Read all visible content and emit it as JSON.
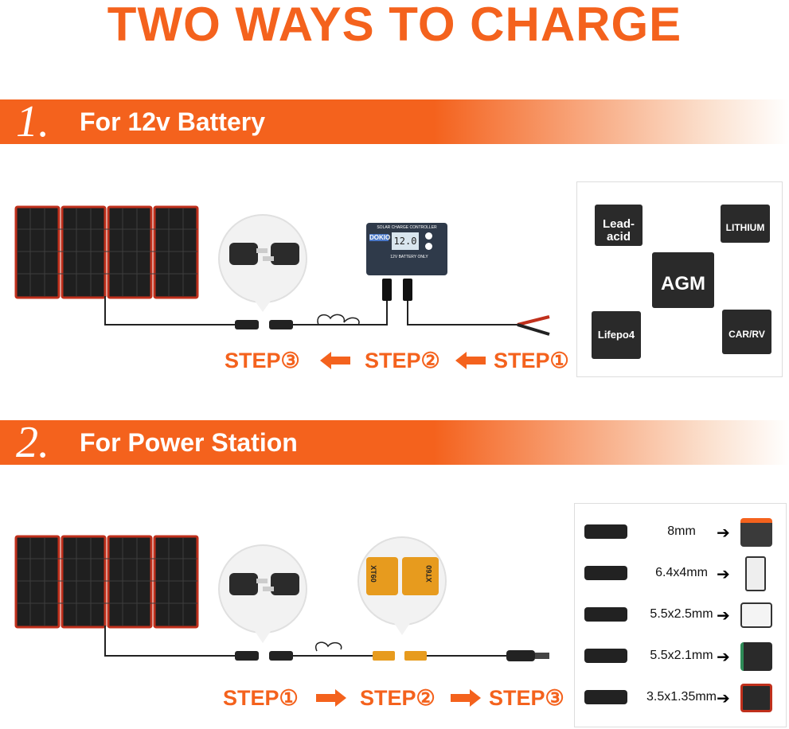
{
  "title": "TWO WAYS TO CHARGE",
  "colors": {
    "accent": "#f4621d",
    "panel_frame": "#c0301c",
    "dark": "#2a2a2a"
  },
  "section1": {
    "number": "1.",
    "label": "For 12v Battery",
    "steps": [
      "STEP③",
      "STEP②",
      "STEP①"
    ],
    "controller": {
      "title": "SOLAR CHARGE CONTROLLER",
      "brand": "DOKIO",
      "display": "12.0",
      "note": "12V BATTERY ONLY"
    },
    "batteries": [
      {
        "name": "Lead-acid",
        "line1": "Lead-",
        "line2": "acid"
      },
      {
        "name": "LITHIUM"
      },
      {
        "name": "AGM"
      },
      {
        "name": "Lifepo4"
      },
      {
        "name": "CAR/RV"
      }
    ]
  },
  "section2": {
    "number": "2.",
    "label": "For Power Station",
    "steps": [
      "STEP①",
      "STEP②",
      "STEP③"
    ],
    "xt60": {
      "left": "XT60",
      "right": "XT60"
    },
    "connectors": [
      "8mm",
      "6.4x4mm",
      "5.5x2.5mm",
      "5.5x2.1mm",
      "3.5x1.35mm"
    ]
  }
}
